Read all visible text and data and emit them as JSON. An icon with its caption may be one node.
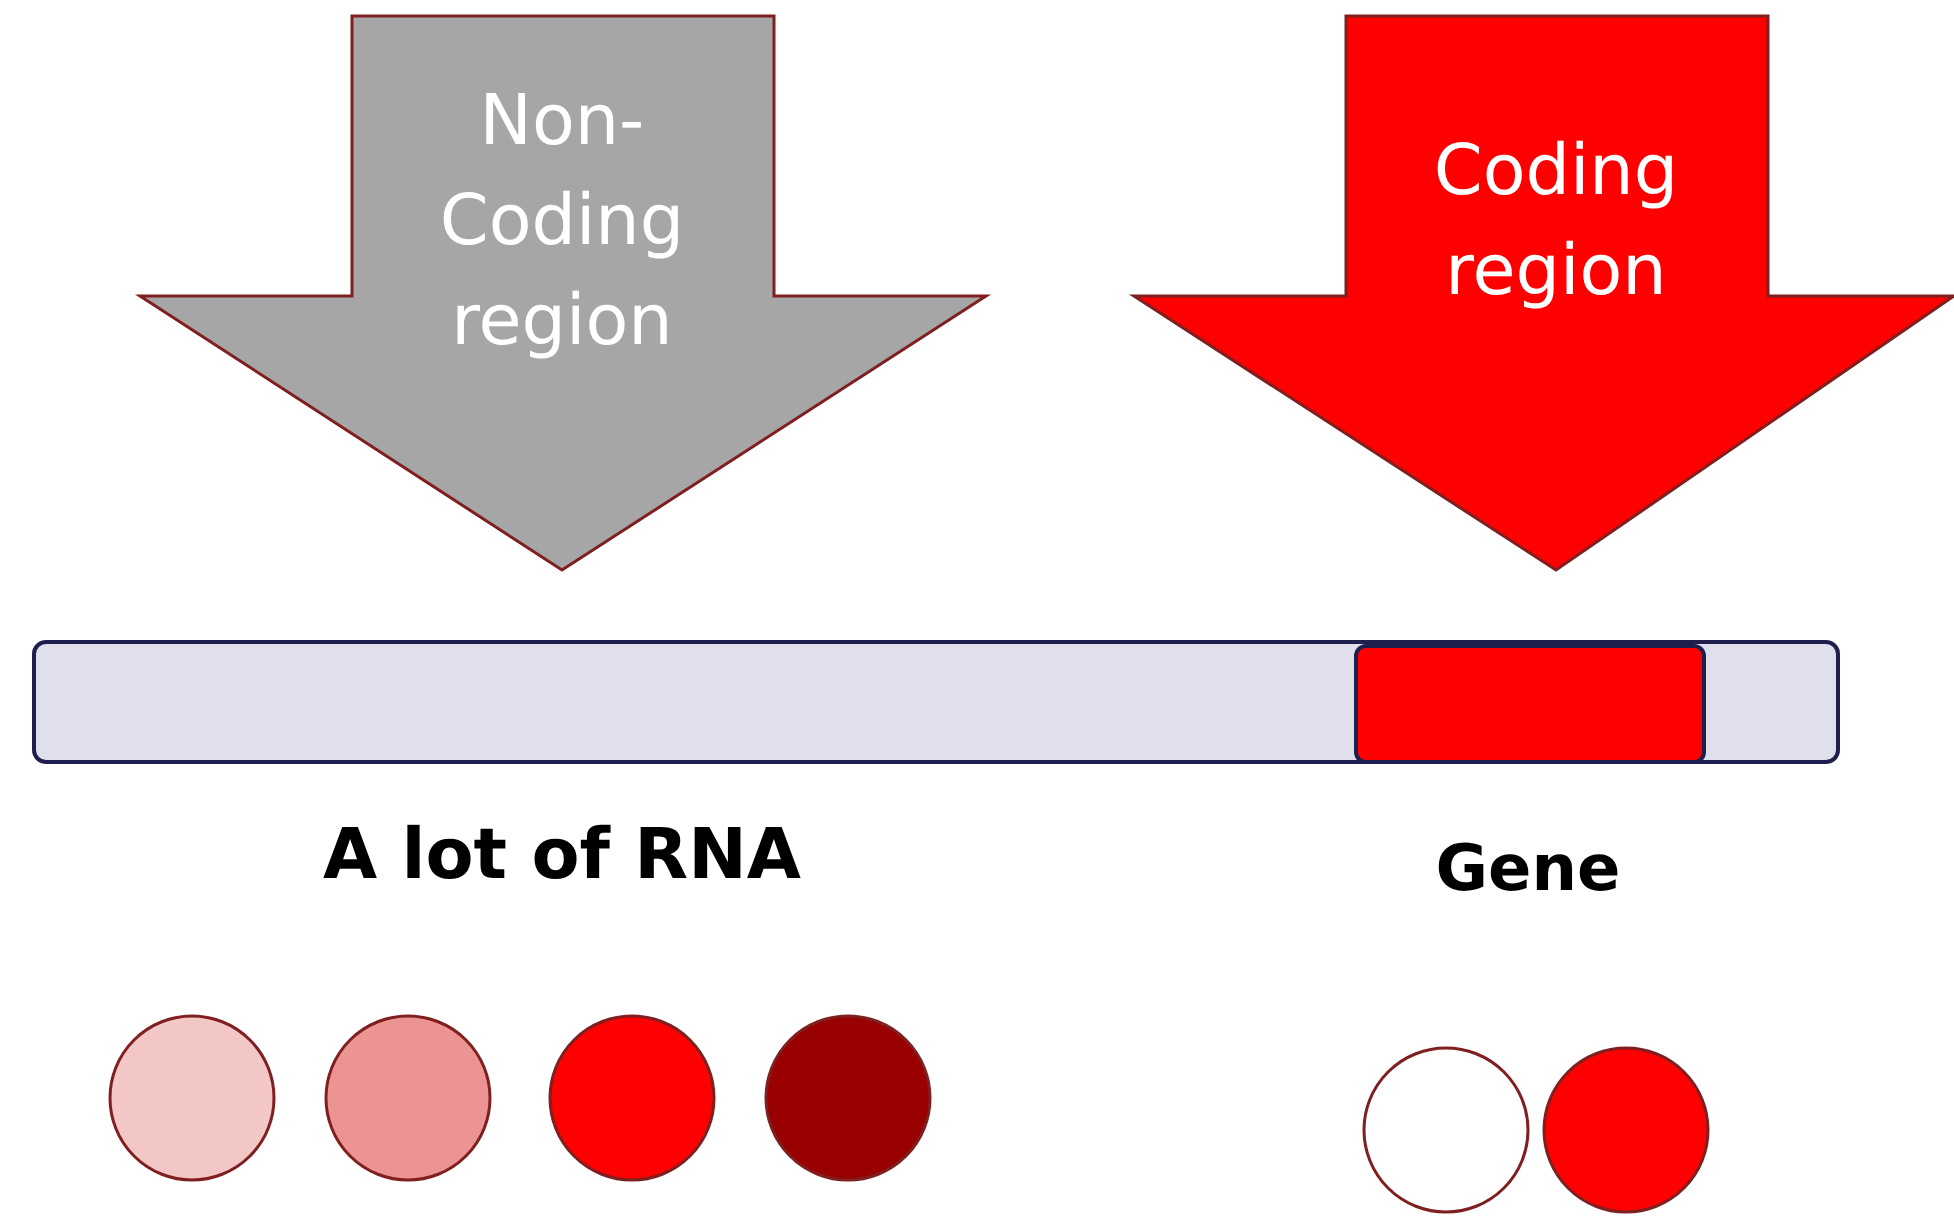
{
  "diagram": {
    "nodes": [
      {
        "text": [
          "Non-Coding region"
        ]
      },
      {
        "text": [
          "Coding region"
        ]
      },
      {
        "text": [],
        "shape": "bar"
      },
      {
        "text": [],
        "shape": "box",
        "in": 2
      },
      {
        "text": [],
        "shape": "circle"
      },
      {
        "text": [],
        "shape": "circle"
      },
      {
        "text": [],
        "shape": "circle"
      },
      {
        "text": [],
        "shape": "circle"
      },
      {
        "text": [],
        "shape": "circle"
      },
      {
        "text": [],
        "shape": "circle"
      }
    ],
    "labels": [
      "A lot of RNA",
      "Gene"
    ]
  }
}
